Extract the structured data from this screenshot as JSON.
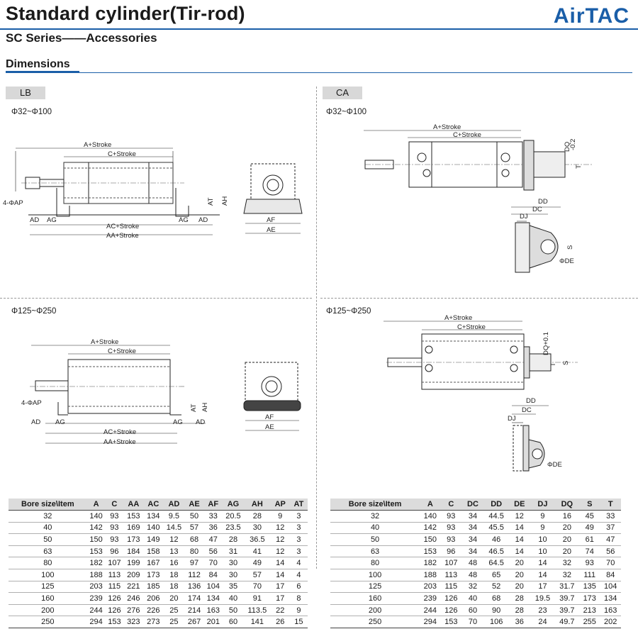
{
  "header": {
    "title": "Standard cylinder(Tir-rod)",
    "logo": "AirTAC",
    "subtitle": "SC Series——Accessories",
    "section": "Dimensions"
  },
  "lb": {
    "tag": "LB",
    "range_small": "Φ32~Φ100",
    "range_large": "Φ125~Φ250",
    "labels": {
      "a_stroke": "A+Stroke",
      "c_stroke": "C+Stroke",
      "ac_stroke": "AC+Stroke",
      "aa_stroke": "AA+Stroke",
      "ap": "4-ΦAP",
      "ad": "AD",
      "ag": "AG",
      "at": "AT",
      "ah": "AH",
      "af": "AF",
      "ae": "AE"
    }
  },
  "ca": {
    "tag": "CA",
    "range_small": "Φ32~Φ100",
    "range_large": "Φ125~Φ250",
    "labels": {
      "a_stroke": "A+Stroke",
      "c_stroke": "C+Stroke",
      "dq": "DQ",
      "dq_tol_small": "-0.2",
      "dq_tol_large": "DQ+0.1",
      "t": "T",
      "s": "S",
      "dd": "DD",
      "dc": "DC",
      "dj": "DJ",
      "de": "ΦDE"
    }
  },
  "table_lb": {
    "headers": [
      "Bore size\\Item",
      "A",
      "C",
      "AA",
      "AC",
      "AD",
      "AE",
      "AF",
      "AG",
      "AH",
      "AP",
      "AT"
    ],
    "rows": [
      [
        "32",
        "140",
        "93",
        "153",
        "134",
        "9.5",
        "50",
        "33",
        "20.5",
        "28",
        "9",
        "3"
      ],
      [
        "40",
        "142",
        "93",
        "169",
        "140",
        "14.5",
        "57",
        "36",
        "23.5",
        "30",
        "12",
        "3"
      ],
      [
        "50",
        "150",
        "93",
        "173",
        "149",
        "12",
        "68",
        "47",
        "28",
        "36.5",
        "12",
        "3"
      ],
      [
        "63",
        "153",
        "96",
        "184",
        "158",
        "13",
        "80",
        "56",
        "31",
        "41",
        "12",
        "3"
      ],
      [
        "80",
        "182",
        "107",
        "199",
        "167",
        "16",
        "97",
        "70",
        "30",
        "49",
        "14",
        "4"
      ],
      [
        "100",
        "188",
        "113",
        "209",
        "173",
        "18",
        "112",
        "84",
        "30",
        "57",
        "14",
        "4"
      ],
      [
        "125",
        "203",
        "115",
        "221",
        "185",
        "18",
        "136",
        "104",
        "35",
        "70",
        "17",
        "6"
      ],
      [
        "160",
        "239",
        "126",
        "246",
        "206",
        "20",
        "174",
        "134",
        "40",
        "91",
        "17",
        "8"
      ],
      [
        "200",
        "244",
        "126",
        "276",
        "226",
        "25",
        "214",
        "163",
        "50",
        "113.5",
        "22",
        "9"
      ],
      [
        "250",
        "294",
        "153",
        "323",
        "273",
        "25",
        "267",
        "201",
        "60",
        "141",
        "26",
        "15"
      ]
    ]
  },
  "table_ca": {
    "headers": [
      "Bore size\\Item",
      "A",
      "C",
      "DC",
      "DD",
      "DE",
      "DJ",
      "DQ",
      "S",
      "T"
    ],
    "rows": [
      [
        "32",
        "140",
        "93",
        "34",
        "44.5",
        "12",
        "9",
        "16",
        "45",
        "33"
      ],
      [
        "40",
        "142",
        "93",
        "34",
        "45.5",
        "14",
        "9",
        "20",
        "49",
        "37"
      ],
      [
        "50",
        "150",
        "93",
        "34",
        "46",
        "14",
        "10",
        "20",
        "61",
        "47"
      ],
      [
        "63",
        "153",
        "96",
        "34",
        "46.5",
        "14",
        "10",
        "20",
        "74",
        "56"
      ],
      [
        "80",
        "182",
        "107",
        "48",
        "64.5",
        "20",
        "14",
        "32",
        "93",
        "70"
      ],
      [
        "100",
        "188",
        "113",
        "48",
        "65",
        "20",
        "14",
        "32",
        "111",
        "84"
      ],
      [
        "125",
        "203",
        "115",
        "32",
        "52",
        "20",
        "17",
        "31.7",
        "135",
        "104"
      ],
      [
        "160",
        "239",
        "126",
        "40",
        "68",
        "28",
        "19.5",
        "39.7",
        "173",
        "134"
      ],
      [
        "200",
        "244",
        "126",
        "60",
        "90",
        "28",
        "23",
        "39.7",
        "213",
        "163"
      ],
      [
        "250",
        "294",
        "153",
        "70",
        "106",
        "36",
        "24",
        "49.7",
        "255",
        "202"
      ]
    ]
  }
}
